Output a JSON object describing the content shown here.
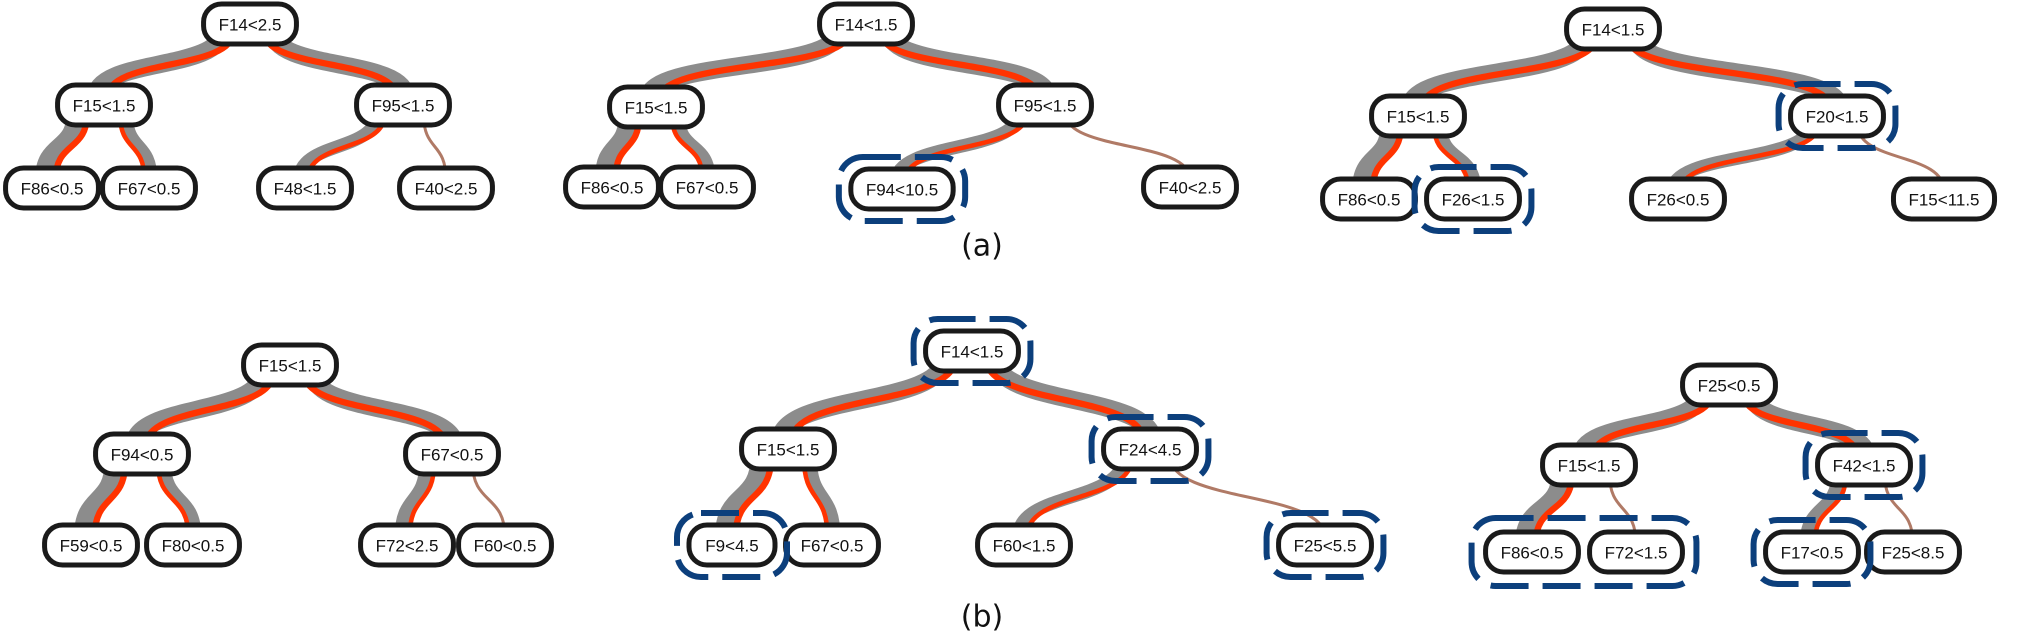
{
  "colors": {
    "gray_flow": "#8c8c8c",
    "red_flow": "#ff3300",
    "thin_flow": "#b07a66",
    "node_border": "#1a1a1a",
    "highlight_border": "#0c3f7c"
  },
  "captions": {
    "a": "(a)",
    "b": "(b)"
  },
  "trees": [
    {
      "id": "a1",
      "nodes": [
        {
          "id": "n0",
          "label": "F14<2.5",
          "parent": null,
          "highlight": false
        },
        {
          "id": "n1",
          "label": "F15<1.5",
          "parent": "n0",
          "flow": "thick",
          "highlight": false
        },
        {
          "id": "n2",
          "label": "F95<1.5",
          "parent": "n0",
          "flow": "thick",
          "highlight": false
        },
        {
          "id": "n3",
          "label": "F86<0.5",
          "parent": "n1",
          "flow": "thick",
          "highlight": false
        },
        {
          "id": "n4",
          "label": "F67<0.5",
          "parent": "n1",
          "flow": "medium",
          "highlight": false
        },
        {
          "id": "n5",
          "label": "F48<1.5",
          "parent": "n2",
          "flow": "medium",
          "highlight": false
        },
        {
          "id": "n6",
          "label": "F40<2.5",
          "parent": "n2",
          "flow": "thin",
          "highlight": false
        }
      ]
    },
    {
      "id": "a2",
      "nodes": [
        {
          "id": "n0",
          "label": "F14<1.5",
          "parent": null,
          "highlight": false
        },
        {
          "id": "n1",
          "label": "F15<1.5",
          "parent": "n0",
          "flow": "thick",
          "highlight": false
        },
        {
          "id": "n2",
          "label": "F95<1.5",
          "parent": "n0",
          "flow": "thick",
          "highlight": false
        },
        {
          "id": "n3",
          "label": "F86<0.5",
          "parent": "n1",
          "flow": "thick",
          "highlight": false
        },
        {
          "id": "n4",
          "label": "F67<0.5",
          "parent": "n1",
          "flow": "medium",
          "highlight": false
        },
        {
          "id": "n5",
          "label": "F94<10.5",
          "parent": "n2",
          "flow": "medium",
          "highlight": true
        },
        {
          "id": "n6",
          "label": "F40<2.5",
          "parent": "n2",
          "flow": "thin",
          "highlight": false
        }
      ]
    },
    {
      "id": "a3",
      "nodes": [
        {
          "id": "n0",
          "label": "F14<1.5",
          "parent": null,
          "highlight": false
        },
        {
          "id": "n1",
          "label": "F15<1.5",
          "parent": "n0",
          "flow": "thick",
          "highlight": false
        },
        {
          "id": "n2",
          "label": "F20<1.5",
          "parent": "n0",
          "flow": "thick",
          "highlight": true
        },
        {
          "id": "n3",
          "label": "F86<0.5",
          "parent": "n1",
          "flow": "thick",
          "highlight": false
        },
        {
          "id": "n4",
          "label": "F26<1.5",
          "parent": "n1",
          "flow": "medium",
          "highlight": true
        },
        {
          "id": "n5",
          "label": "F26<0.5",
          "parent": "n2",
          "flow": "medium",
          "highlight": false
        },
        {
          "id": "n6",
          "label": "F15<11.5",
          "parent": "n2",
          "flow": "thin",
          "highlight": false
        }
      ]
    },
    {
      "id": "b1",
      "nodes": [
        {
          "id": "n0",
          "label": "F15<1.5",
          "parent": null,
          "highlight": false
        },
        {
          "id": "n1",
          "label": "F94<0.5",
          "parent": "n0",
          "flow": "thick",
          "highlight": false
        },
        {
          "id": "n2",
          "label": "F67<0.5",
          "parent": "n0",
          "flow": "thick",
          "highlight": false
        },
        {
          "id": "n3",
          "label": "F59<0.5",
          "parent": "n1",
          "flow": "thick",
          "highlight": false
        },
        {
          "id": "n4",
          "label": "F80<0.5",
          "parent": "n1",
          "flow": "medium",
          "highlight": false
        },
        {
          "id": "n5",
          "label": "F72<2.5",
          "parent": "n2",
          "flow": "medium",
          "highlight": false
        },
        {
          "id": "n6",
          "label": "F60<0.5",
          "parent": "n2",
          "flow": "thin",
          "highlight": false
        }
      ]
    },
    {
      "id": "b2",
      "nodes": [
        {
          "id": "n0",
          "label": "F14<1.5",
          "parent": null,
          "highlight": true
        },
        {
          "id": "n1",
          "label": "F15<1.5",
          "parent": "n0",
          "flow": "thick",
          "highlight": false
        },
        {
          "id": "n2",
          "label": "F24<4.5",
          "parent": "n0",
          "flow": "thick",
          "highlight": true
        },
        {
          "id": "n3",
          "label": "F9<4.5",
          "parent": "n1",
          "flow": "thick",
          "highlight": true
        },
        {
          "id": "n4",
          "label": "F67<0.5",
          "parent": "n1",
          "flow": "medium",
          "highlight": false
        },
        {
          "id": "n5",
          "label": "F60<1.5",
          "parent": "n2",
          "flow": "medium",
          "highlight": false
        },
        {
          "id": "n6",
          "label": "F25<5.5",
          "parent": "n2",
          "flow": "thin",
          "highlight": true
        }
      ]
    },
    {
      "id": "b3",
      "nodes": [
        {
          "id": "n0",
          "label": "F25<0.5",
          "parent": null,
          "highlight": false
        },
        {
          "id": "n1",
          "label": "F15<1.5",
          "parent": "n0",
          "flow": "thick",
          "highlight": false
        },
        {
          "id": "n2",
          "label": "F42<1.5",
          "parent": "n0",
          "flow": "thick",
          "highlight": true
        },
        {
          "id": "n3",
          "label": "F86<0.5",
          "parent": "n1",
          "flow": "thick",
          "highlight": false
        },
        {
          "id": "n4",
          "label": "F72<1.5",
          "parent": "n1",
          "flow": "thin",
          "highlight": false
        },
        {
          "id": "n5",
          "label": "F17<0.5",
          "parent": "n2",
          "flow": "medium",
          "highlight": true
        },
        {
          "id": "n6",
          "label": "F25<8.5",
          "parent": "n2",
          "flow": "thin",
          "highlight": false
        }
      ],
      "group_highlights": [
        [
          "n3",
          "n4"
        ]
      ]
    }
  ]
}
